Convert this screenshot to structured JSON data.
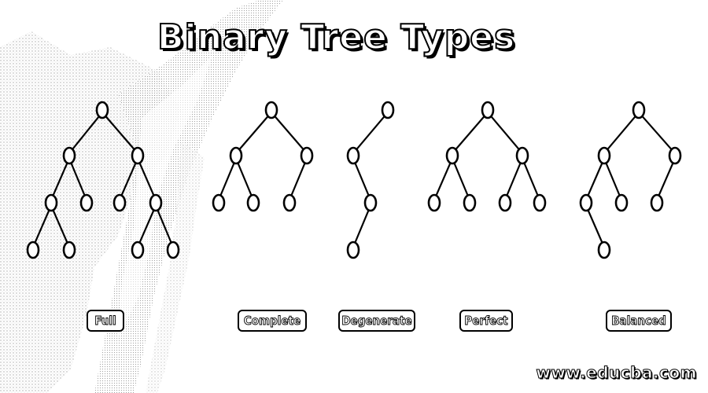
{
  "title": "Binary Tree Types",
  "trees": [
    {
      "id": "full",
      "label": "Full"
    },
    {
      "id": "complete",
      "label": "Complete"
    },
    {
      "id": "degenerate",
      "label": "Degenerate"
    },
    {
      "id": "perfect",
      "label": "Perfect"
    },
    {
      "id": "balanced",
      "label": "Balanced"
    }
  ],
  "watermark": "www.educba.com",
  "colors": {
    "ink": "#000000",
    "background": "#ffffff",
    "texture": "#d9d9d9"
  }
}
